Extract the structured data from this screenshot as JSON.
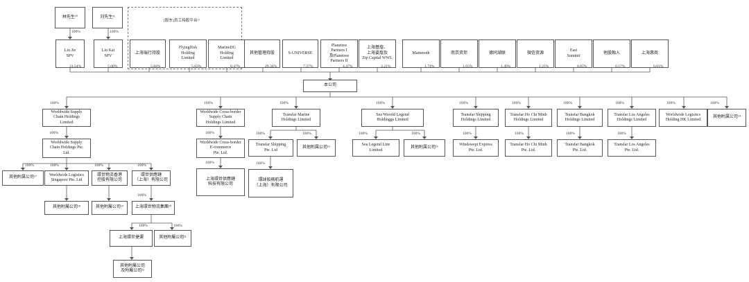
{
  "top_persons": {
    "p1": "林先生¹⁰",
    "p2": "刘先生¹¹"
  },
  "top_pct": {
    "p1": "100%",
    "p2": "100%"
  },
  "platform_title": "[股东]员工持股平台¹²",
  "shareholders": [
    {
      "label": "Liu Jie\nSPV",
      "pct": "31.54%"
    },
    {
      "label": "Liu Kai\nSPV",
      "pct": "5.00%"
    },
    {
      "label": "上海瑞行持股",
      "pct": "5.84%"
    },
    {
      "label": "Flyinglfish\nHolding\nLimited",
      "pct": "5.63%"
    },
    {
      "label": "MarineDG\nHolding\nLimited",
      "pct": "0.47%"
    },
    {
      "label": "其他管理持股",
      "pct": "29.34%"
    },
    {
      "label": "S-UNIVERSE",
      "pct": "7.37%"
    },
    {
      "label": "Planetree\nPartners I\n及Planetree\nPartners II",
      "pct": "4.47%"
    },
    {
      "label": "上海基煌、\n上海姿煌及\nZip Capital WWL",
      "pct": "3.21%"
    },
    {
      "label": "Mammoth",
      "pct": "1.74%"
    },
    {
      "label": "南京资邦",
      "pct": "1.65%"
    },
    {
      "label": "德同湖联",
      "pct": "1.49%"
    },
    {
      "label": "微信资源",
      "pct": "1.21%"
    },
    {
      "label": "East\nSummit",
      "pct": "0.85%"
    },
    {
      "label": "他股融入",
      "pct": "0.17%"
    },
    {
      "label": "上海惠商",
      "pct": "0.01%"
    }
  ],
  "company": "本公司",
  "subs": [
    {
      "label": "Worldwide Supply\nChain Holdings\nLimited",
      "pct": "100%"
    },
    {
      "label": "Worldwide Cross-border\nSupply Chain\nHoldings Limited",
      "pct": "100%"
    },
    {
      "label": "Transfar Marine\nHoldings Limited",
      "pct": "100%"
    },
    {
      "label": "Sea Woorld Legend\nHoldinggs Limited",
      "pct": "100%"
    },
    {
      "label": "Transfar Shipping\nHoldings Limited",
      "pct": "100%"
    },
    {
      "label": "Transfar Ho Chi Minh\nHoldings Limited",
      "pct": "100%"
    },
    {
      "label": "Transfar Bangkok\nHoldings Limited",
      "pct": "100%"
    },
    {
      "label": "Transfar Los Angeles\nHoldings Limited",
      "pct": "100%"
    },
    {
      "label": "Worldwide Logistics\nHolding HK Limited",
      "pct": "100%"
    },
    {
      "label": "其他附属公司¹⁴",
      "pct": "100%"
    }
  ],
  "level3": {
    "wsc_pte": "Worldwide Supply\nChain Holdings Pte.\nLtd.",
    "wsc_pte_pct": "100%",
    "ecom": "Worldwide Cross-border\nE-commerce\nPte. Ltd.",
    "ecom_pct": "100%",
    "tf_ship_pte": "Transfar Shipping\nPte. Ltd",
    "tf_ship_pte_pct": "100%",
    "tm_other": "其他附属公司¹⁵",
    "tm_other_pct": "100%",
    "sll": "Sea Legend Line\nLimited",
    "sll_pct": "100%",
    "swl_other": "其他附属公司¹⁶",
    "swl_other_pct": "100%",
    "windswept": "Windswept Express\nPte. Ltd.",
    "windswept_pct": "100%",
    "hcm_pte": "Transfar Ho Chi Minh\nPte. Ltd.",
    "hcm_pte_pct": "100%",
    "bkk_pte": "Transfar Bangkok\nPte. Ltd.",
    "bkk_pte_pct": "100%",
    "la_pte": "Transfar Los Angeles\nPte. Ltd.",
    "la_pte_pct": "100%"
  },
  "level4": {
    "other17": "其他附属公司¹⁷",
    "other17_pct": "100%",
    "wls": "Worldwide Logistics\nSingapore Pte. Ltd",
    "wls_pct": "100%",
    "hk_box": "環世物流香港\n控股有限公司",
    "hk_box_pct": "100%",
    "sh_box": "環世供應鏈\n（上海）有限公司",
    "sh_box_pct": "100%",
    "ecom_sh": "上海環世供應鏈\n科技有限公司",
    "ecom_sh_pct": "100%",
    "ship_sh": "環球船務航運\n（上海）有限公司",
    "ship_sh_pct": "100%"
  },
  "level5": {
    "wls_other": "其他附屬公司¹⁸",
    "hk_other": "其他附屬公司¹⁹",
    "group": "上海環世物流集團²⁰",
    "group_pct": "100%"
  },
  "level6": {
    "sh_box2": "上海環世捷運",
    "sh_box2_pct": "100%",
    "grp_other": "其他附屬公司²¹",
    "grp_other_pct": "100%"
  },
  "level7": {
    "bottom": "其他附屬公司\n及附屬公司²²"
  }
}
